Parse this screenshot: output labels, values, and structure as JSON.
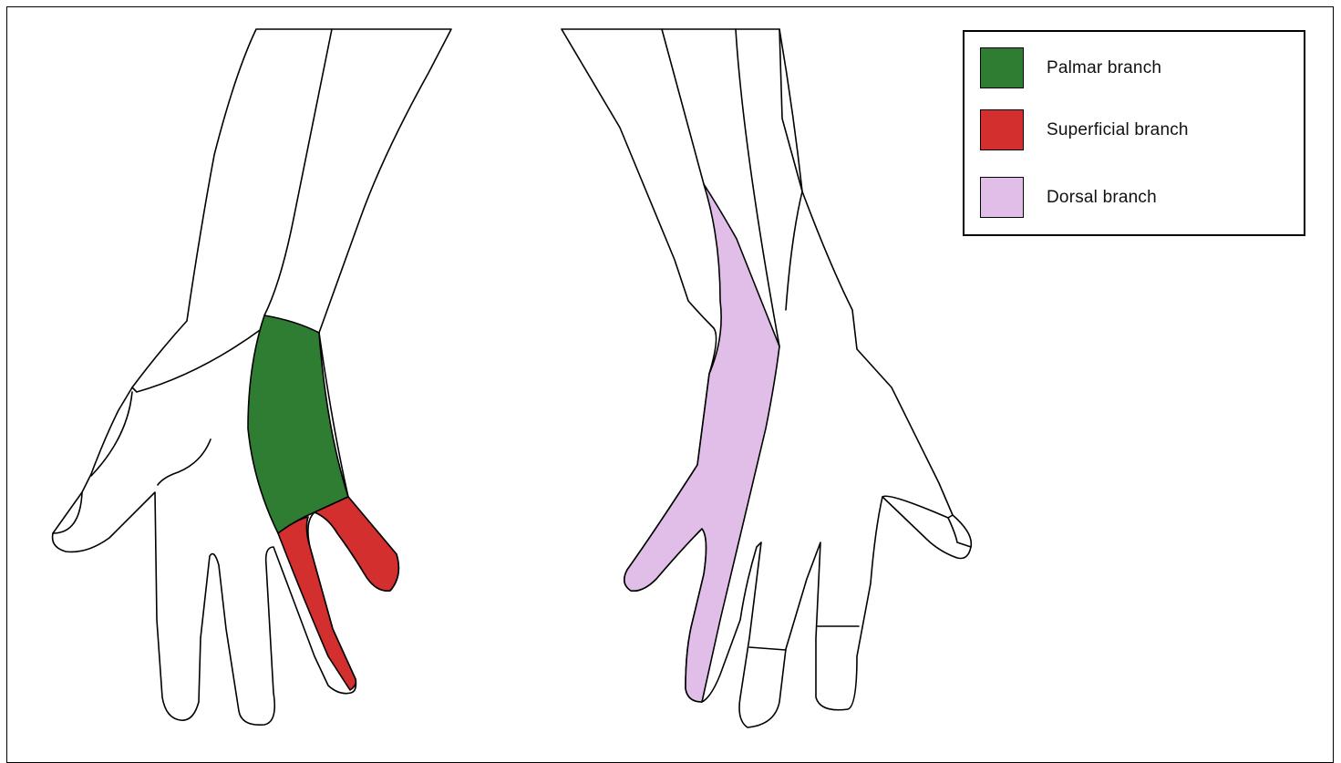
{
  "legend": {
    "items": [
      {
        "label": "Palmar branch",
        "color": "#2e7d32"
      },
      {
        "label": "Superficial branch",
        "color": "#d32f2f"
      },
      {
        "label": "Dorsal branch",
        "color": "#e1bee7"
      }
    ]
  },
  "colors": {
    "outline": "#000000",
    "skin": "#ffffff",
    "palmar": "#2e7d32",
    "superficial": "#d32f2f",
    "dorsal": "#e1bee7"
  },
  "figures": [
    "palmar-view-hand",
    "dorsal-view-hand"
  ]
}
